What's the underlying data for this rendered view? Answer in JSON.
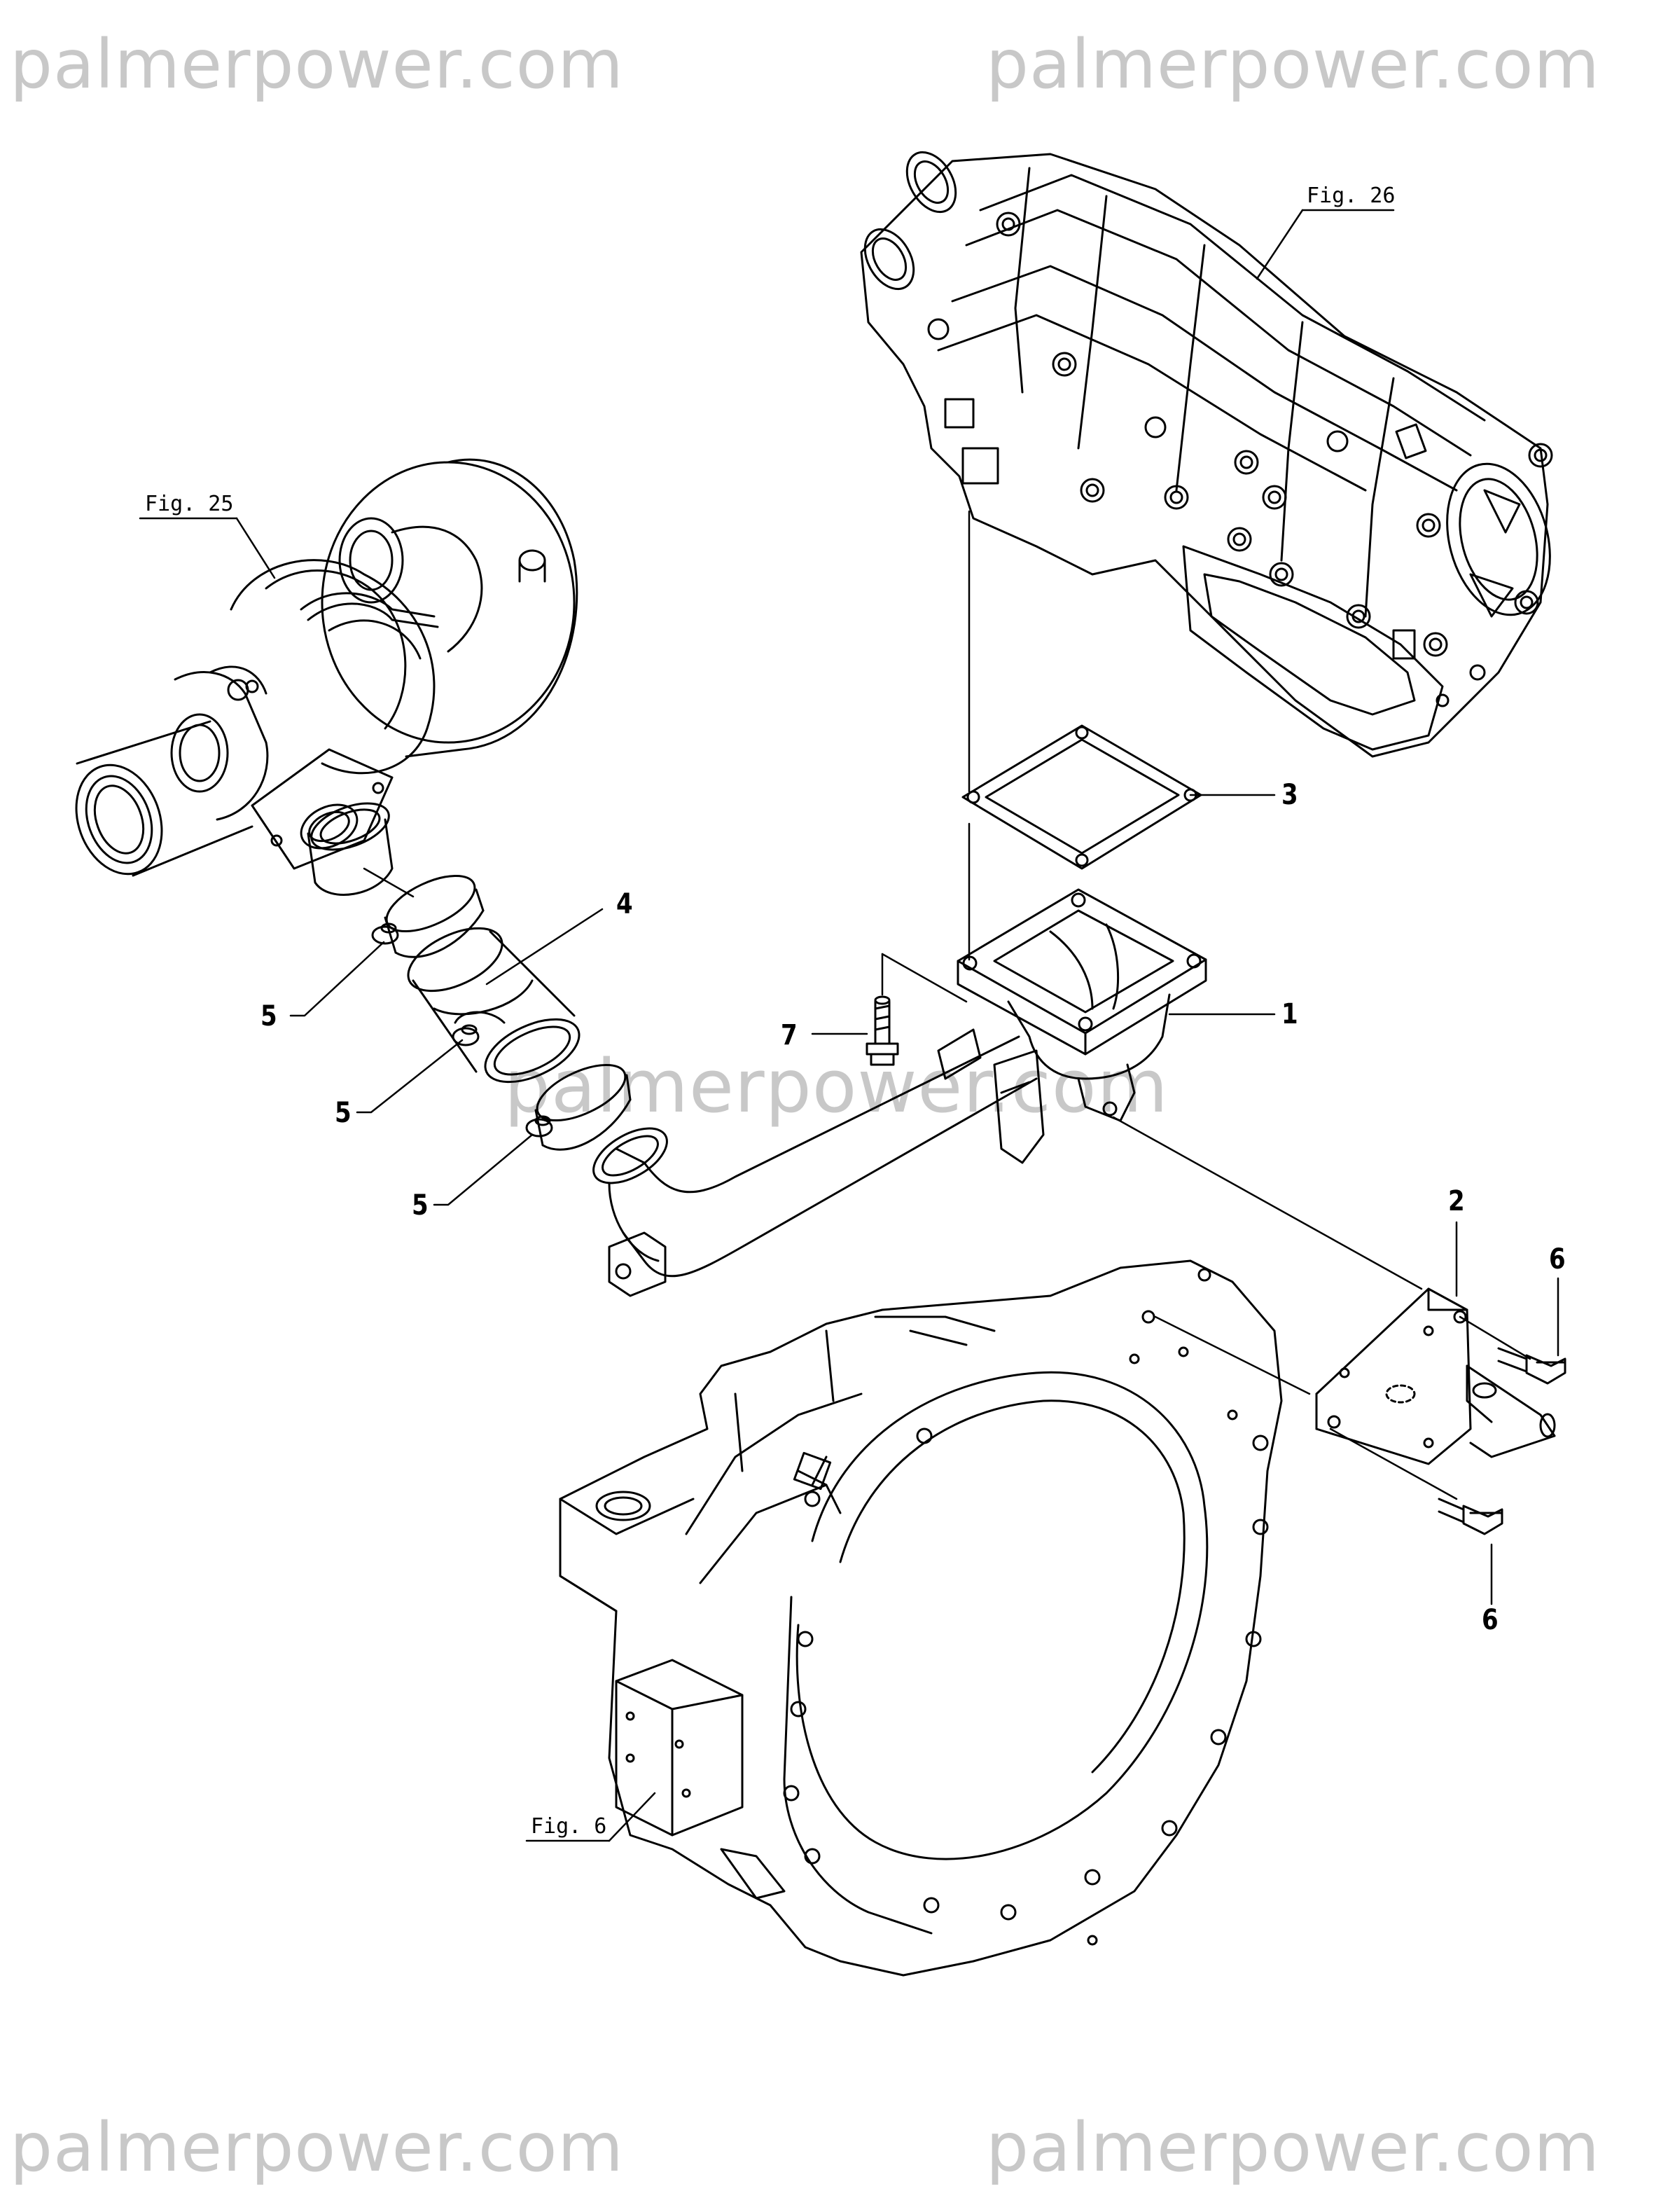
{
  "watermark": {
    "text": "palmerpower.com",
    "color": "#c8c8c8"
  },
  "figure_refs": {
    "fig25": "Fig. 25",
    "fig26": "Fig. 26",
    "fig6": "Fig. 6"
  },
  "callouts": {
    "c1": "1",
    "c2": "2",
    "c3": "3",
    "c4": "4",
    "c5a": "5",
    "c5b": "5",
    "c5c": "5",
    "c6a": "6",
    "c6b": "6",
    "c7": "7"
  },
  "colors": {
    "line": "#000000",
    "background": "#ffffff"
  }
}
